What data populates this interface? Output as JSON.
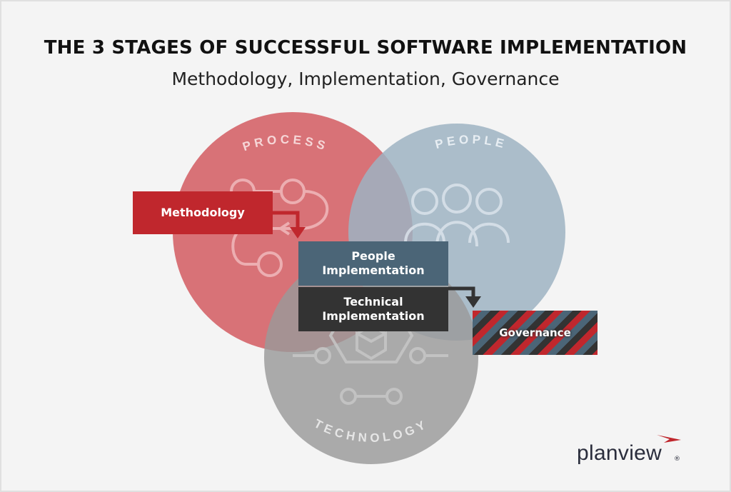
{
  "title": "THE 3 STAGES OF SUCCESSFUL SOFTWARE IMPLEMENTATION",
  "subtitle": "Methodology, Implementation, Governance",
  "circles": {
    "process": {
      "label": "PROCESS",
      "color": "#d2565c"
    },
    "people": {
      "label": "PEOPLE",
      "color": "#9db3c2"
    },
    "technology": {
      "label": "TECHNOLOGY",
      "color": "#9a9a9a"
    }
  },
  "boxes": {
    "methodology": "Methodology",
    "people_impl_line1": "People",
    "people_impl_line2": "Implementation",
    "technical_impl_line1": "Technical",
    "technical_impl_line2": "Implementation",
    "governance": "Governance"
  },
  "colors": {
    "red": "#c0272d",
    "slate": "#4b6577",
    "charcoal": "#333333"
  },
  "icons": [
    "process-flow-icon",
    "people-group-icon",
    "technology-network-icon"
  ],
  "logo": {
    "text": "planview",
    "registered": "®"
  }
}
